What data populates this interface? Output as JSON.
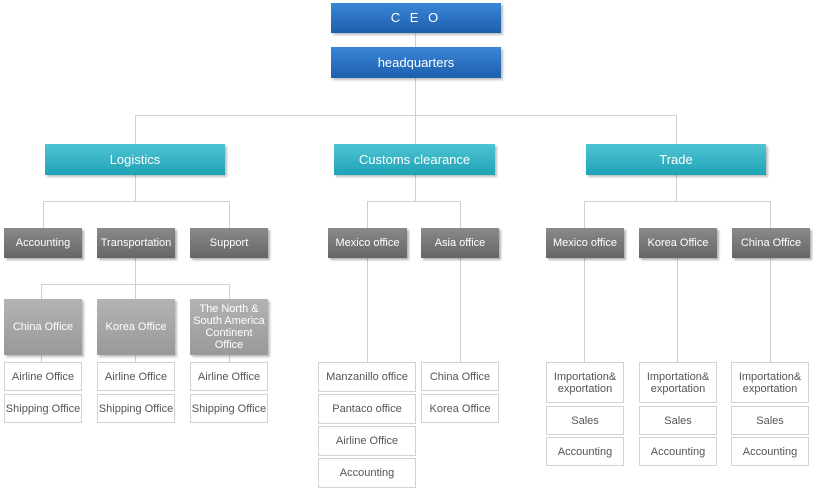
{
  "ceo": "C E O",
  "hq": "headquarters",
  "divisions": {
    "logistics": {
      "label": "Logistics",
      "units": {
        "accounting": "Accounting",
        "transportation": "Transportation",
        "support": "Support"
      },
      "offices": {
        "china": {
          "label": "China Office",
          "items": [
            "Airline Office",
            "Shipping Office"
          ]
        },
        "korea": {
          "label": "Korea Office",
          "items": [
            "Airline Office",
            "Shipping Office"
          ]
        },
        "americas": {
          "label": "The North & South America Continent Office",
          "items": [
            "Airline Office",
            "Shipping Office"
          ]
        }
      }
    },
    "customs": {
      "label": "Customs clearance",
      "units": {
        "mexico": {
          "label": "Mexico office",
          "items": [
            "Manzanillo office",
            "Pantaco office",
            "Airline Office",
            "Accounting"
          ]
        },
        "asia": {
          "label": "Asia office",
          "items": [
            "China Office",
            "Korea Office"
          ]
        }
      }
    },
    "trade": {
      "label": "Trade",
      "units": {
        "mexico": {
          "label": "Mexico office",
          "items": [
            "Importation& exportation",
            "Sales",
            "Accounting"
          ]
        },
        "korea": {
          "label": "Korea Office",
          "items": [
            "Importation& exportation",
            "Sales",
            "Accounting"
          ]
        },
        "china": {
          "label": "China Office",
          "items": [
            "Importation& exportation",
            "Sales",
            "Accounting"
          ]
        }
      }
    }
  },
  "colors": {
    "top": "#2a73c5",
    "division": "#2eb2c4",
    "unit": "#727272",
    "office": "#a6a6a6",
    "line": "#d0d0d0"
  }
}
